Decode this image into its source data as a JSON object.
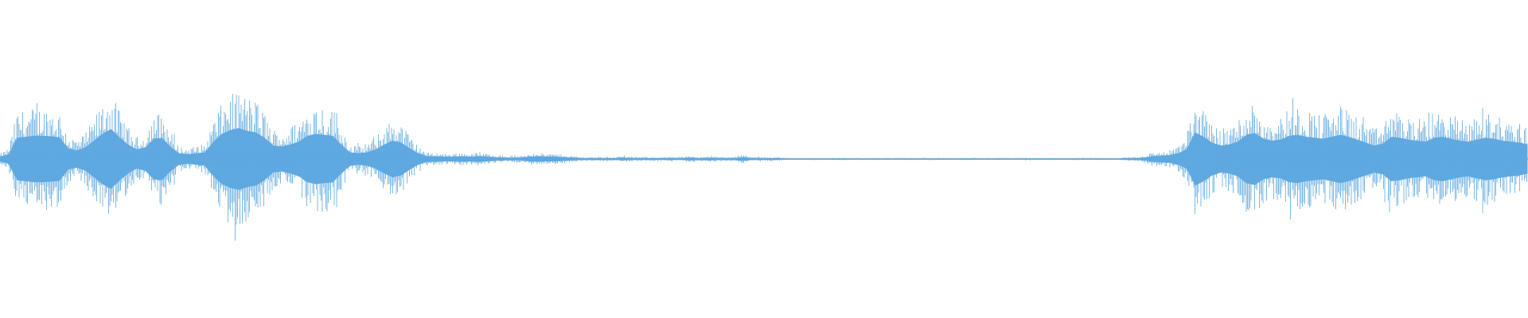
{
  "waveform": {
    "color": "#5fa8e0",
    "background": "#ffffff",
    "envelope": {
      "description_visible_text": "",
      "samples": [
        0.05,
        0.1,
        0.44,
        0.46,
        0.48,
        0.48,
        0.47,
        0.45,
        0.22,
        0.18,
        0.24,
        0.38,
        0.52,
        0.62,
        0.45,
        0.3,
        0.2,
        0.24,
        0.42,
        0.44,
        0.25,
        0.12,
        0.1,
        0.12,
        0.14,
        0.36,
        0.52,
        0.6,
        0.64,
        0.58,
        0.55,
        0.44,
        0.28,
        0.26,
        0.3,
        0.36,
        0.48,
        0.52,
        0.5,
        0.48,
        0.3,
        0.14,
        0.12,
        0.14,
        0.2,
        0.3,
        0.38,
        0.34,
        0.22,
        0.12,
        0.06,
        0.06,
        0.05,
        0.05,
        0.06,
        0.05,
        0.06,
        0.05,
        0.04,
        0.03,
        0.03,
        0.03,
        0.05,
        0.06,
        0.05,
        0.05,
        0.04,
        0.03,
        0.02,
        0.02,
        0.02,
        0.02,
        0.02,
        0.03,
        0.02,
        0.02,
        0.02,
        0.02,
        0.02,
        0.02,
        0.02,
        0.03,
        0.02,
        0.03,
        0.02,
        0.02,
        0.02,
        0.04,
        0.02,
        0.02,
        0.02,
        0.02,
        0.01,
        0.01,
        0.01,
        0.01,
        0.01,
        0.01,
        0.01,
        0.01,
        0.01,
        0.01,
        0.01,
        0.01,
        0.01,
        0.01,
        0.01,
        0.01,
        0.01,
        0.01,
        0.01,
        0.01,
        0.01,
        0.01,
        0.01,
        0.01,
        0.01,
        0.01,
        0.01,
        0.01,
        0.01,
        0.01,
        0.01,
        0.01,
        0.01,
        0.01,
        0.01,
        0.01,
        0.01,
        0.01,
        0.01,
        0.01,
        0.02,
        0.02,
        0.03,
        0.06,
        0.07,
        0.08,
        0.12,
        0.2,
        0.55,
        0.46,
        0.34,
        0.28,
        0.3,
        0.36,
        0.5,
        0.54,
        0.42,
        0.38,
        0.4,
        0.48,
        0.5,
        0.46,
        0.44,
        0.42,
        0.46,
        0.5,
        0.46,
        0.4,
        0.34,
        0.28,
        0.32,
        0.46,
        0.44,
        0.4,
        0.38,
        0.36,
        0.44,
        0.46,
        0.42,
        0.38,
        0.36,
        0.4,
        0.44,
        0.42,
        0.38,
        0.36,
        0.34,
        0.3
      ]
    }
  }
}
